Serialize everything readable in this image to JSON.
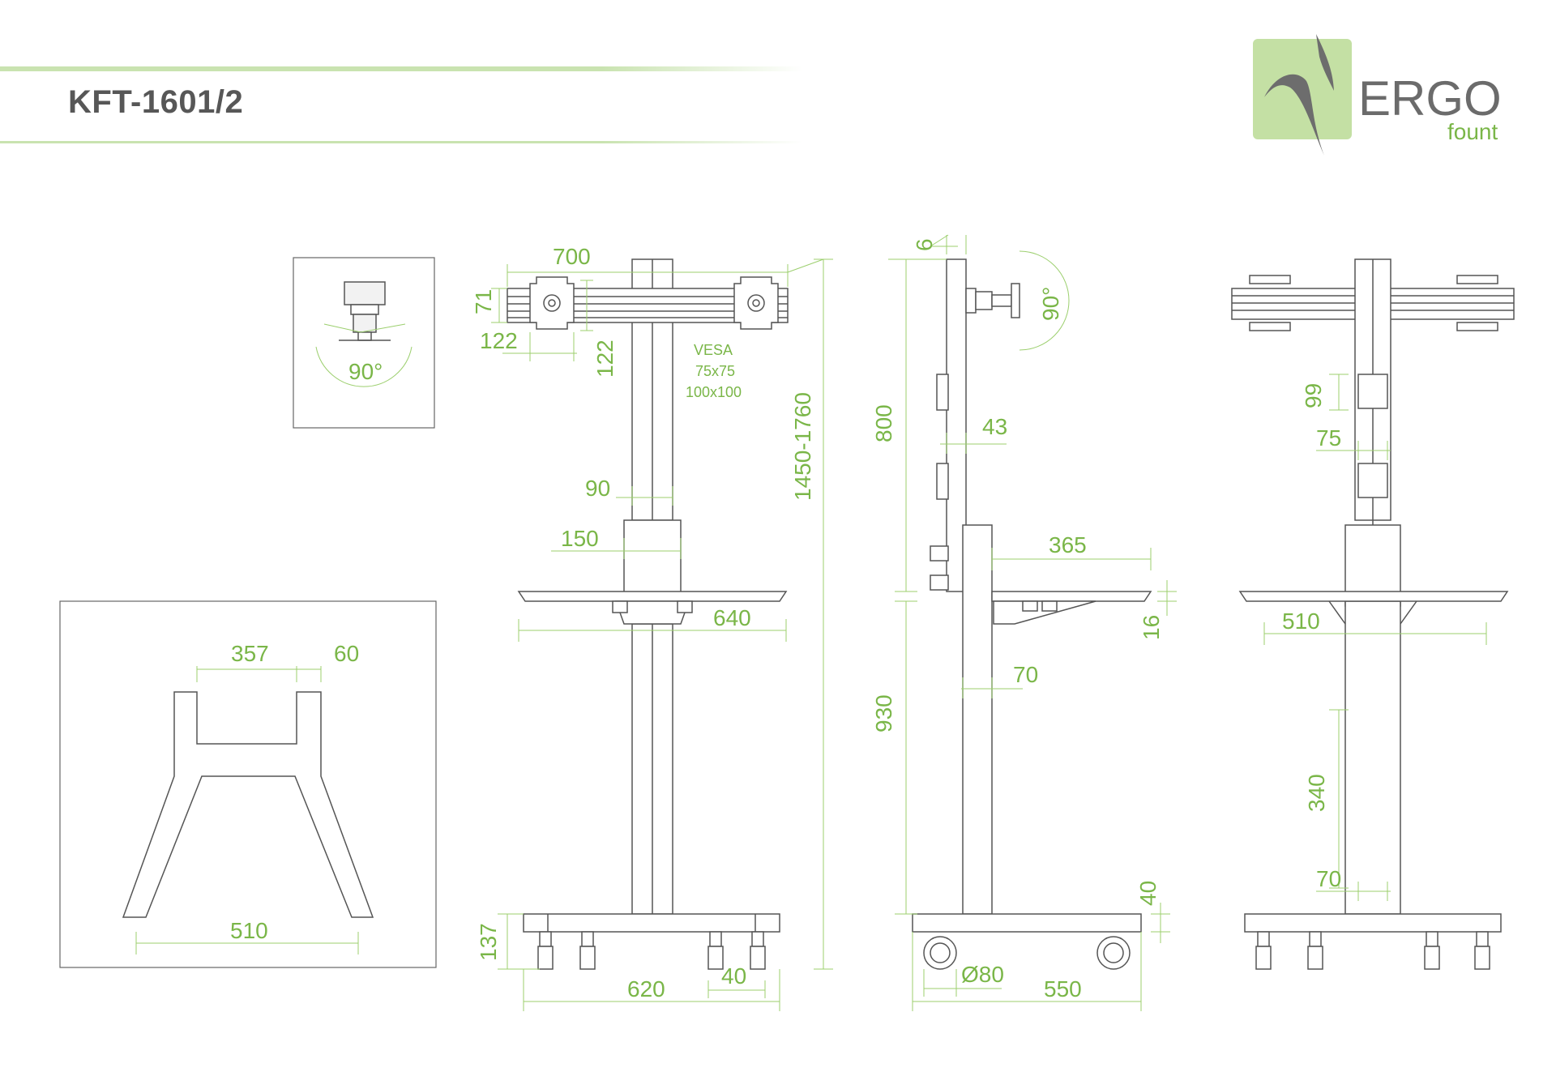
{
  "header": {
    "model": "KFT-1601/2",
    "accent_color": "#7ab648"
  },
  "logo": {
    "word": "ERGO",
    "sub": "fount",
    "icon": "ergofount-logo-icon"
  },
  "dimensions": {
    "top_view_angle": "90°",
    "base_width_inner": "357",
    "base_leg_width": "60",
    "base_span": "510",
    "front_bar_width": "700",
    "front_bar_height": "71",
    "front_vesa_h": "122",
    "front_vesa_v": "122",
    "vesa_title": "VESA",
    "vesa_size1": "75x75",
    "vesa_size2": "100x100",
    "pole_width": "90",
    "sleeve_width": "150",
    "overall_height": "1450-1760",
    "shelf_width": "640",
    "base_height": "137",
    "base_length": "620",
    "caster_width": "40",
    "side_plate": "6",
    "side_tilt": "90°",
    "side_upper": "800",
    "side_offset": "43",
    "side_shelf_depth": "365",
    "side_shelf_thickness": "16",
    "side_lower": "930",
    "side_pole": "70",
    "side_base_thickness": "40",
    "caster_diameter": "Ø80",
    "side_base_depth": "550",
    "back_slot_pitch": "99",
    "back_slot_width": "75",
    "back_shelf_width": "510",
    "back_cable_cover": "340",
    "back_pole": "70"
  }
}
